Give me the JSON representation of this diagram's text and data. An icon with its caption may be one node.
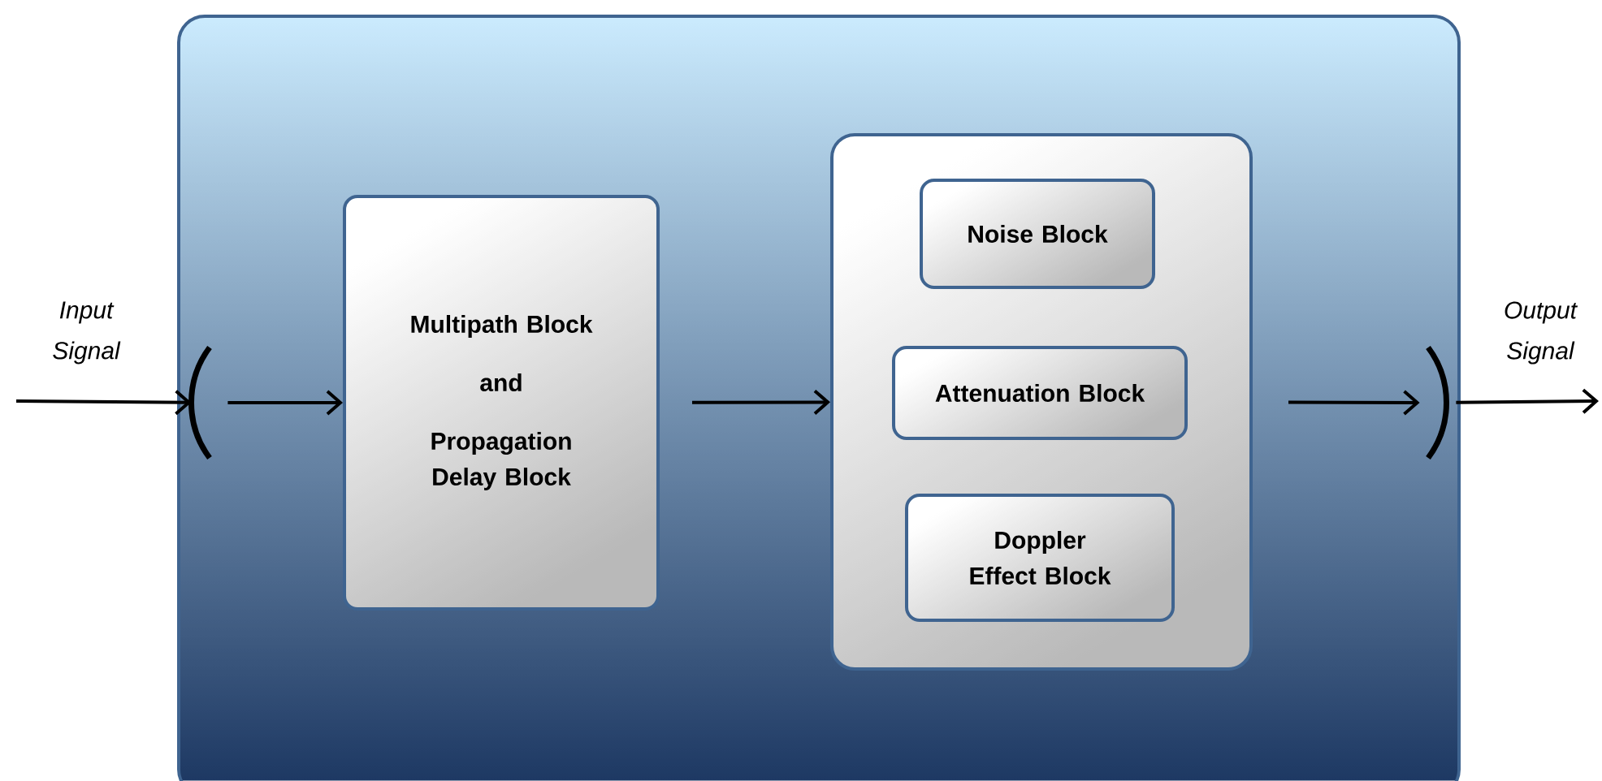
{
  "diagram": {
    "nodes": [
      {
        "text": [],
        "shape": "box"
      },
      {
        "text": [],
        "shape": "bracket",
        "in": 0
      },
      {
        "text": [
          "Multipath Block",
          "and",
          "Propagation Delay Block"
        ],
        "in": 0
      },
      {
        "text": [],
        "shape": "box",
        "in": 0
      },
      {
        "text": [
          "Noise Block"
        ],
        "in": 3
      },
      {
        "text": [
          "Attenuation Block"
        ],
        "in": 3
      },
      {
        "text": [
          "Doppler Effect Block"
        ],
        "in": 3
      },
      {
        "text": [],
        "shape": "bracket",
        "in": 0
      }
    ],
    "edges": [
      {
        "from": null,
        "to": 1,
        "arrow": "to",
        "label": "Input Signal"
      },
      {
        "from": 1,
        "to": 2,
        "arrow": "to"
      },
      {
        "from": 2,
        "to": 3,
        "arrow": "to"
      },
      {
        "from": 3,
        "to": 7,
        "arrow": "to"
      },
      {
        "from": 7,
        "to": null,
        "arrow": "to",
        "label": "Output Signal"
      }
    ]
  }
}
